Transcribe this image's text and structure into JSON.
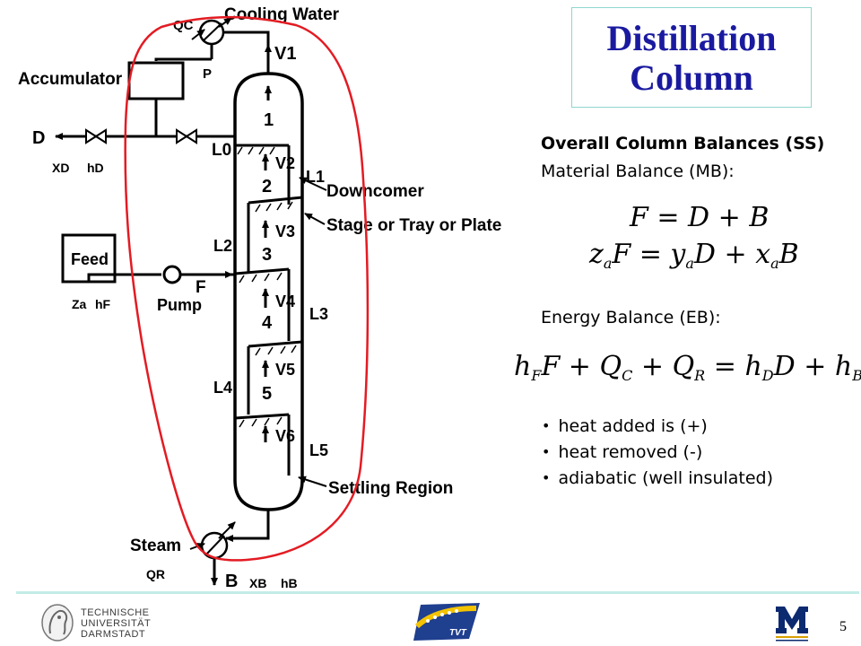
{
  "title": {
    "line1": "Distillation",
    "line2": "Column"
  },
  "heading": "Overall Column Balances (SS)",
  "material_balance_label": "Material Balance (MB):",
  "energy_balance_label": "Energy Balance (EB):",
  "equations": {
    "mb1": "F = D + B",
    "mb2": "z_a F = y_a D + x_a B",
    "eb": "h_F F + Q_C + Q_R = h_D D + h_B B"
  },
  "bullets": [
    "heat added is (+)",
    "heat removed (-)",
    "adiabatic (well insulated)"
  ],
  "diagram_labels": {
    "cooling_water": "Cooling Water",
    "accumulator": "Accumulator",
    "feed": "Feed",
    "pump": "Pump",
    "steam": "Steam",
    "downcomer": "Downcomer",
    "stage": "Stage or Tray or Plate",
    "settling": "Settling Region",
    "p": "P",
    "d": "D",
    "f": "F",
    "b": "B",
    "v1": "V1",
    "l0": "L0",
    "v2": "V2",
    "l1": "L1",
    "v3": "V3",
    "l2": "L2",
    "v4": "V4",
    "l3": "L3",
    "v5": "V5",
    "l4": "L4",
    "v6": "V6",
    "l5": "L5",
    "tray1": "1",
    "tray2": "2",
    "tray3": "3",
    "tray4": "4",
    "tray5": "5",
    "qc": "QC",
    "qr": "QR",
    "xd": "XD",
    "hd": "hD",
    "za": "Za",
    "hf": "hF",
    "xb": "XB",
    "hb": "hB"
  },
  "footer": {
    "university": [
      "TECHNISCHE",
      "UNIVERSITÄT",
      "DARMSTADT"
    ],
    "center_logo": "TVT",
    "page_number": "5"
  },
  "colors": {
    "title": "#1a1aa0",
    "highlight_loop": "#e31b23",
    "accent_line": "#c3ece7"
  }
}
